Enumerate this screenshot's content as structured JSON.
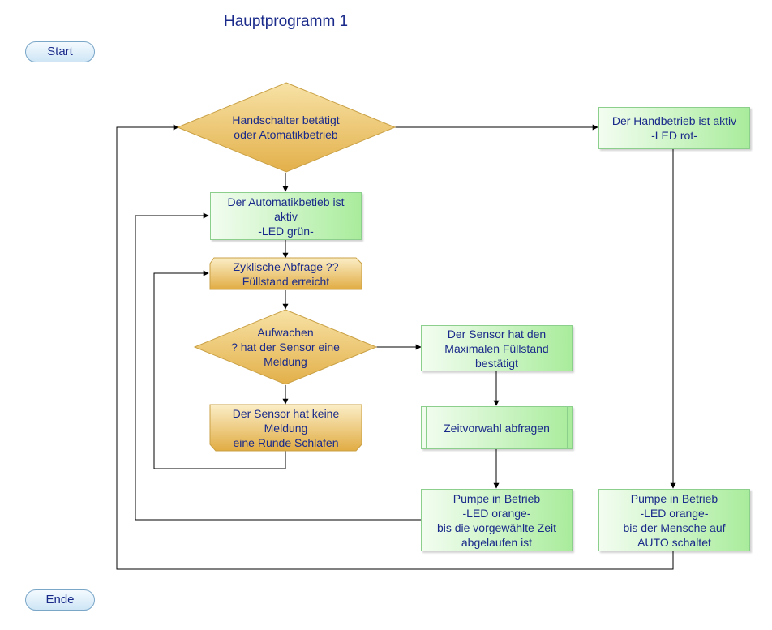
{
  "title": "Hauptprogramm 1",
  "start_label": "Start",
  "end_label": "Ende",
  "nodes": {
    "decision_hand": "Handschalter betätigt\noder Atomatikbetrieb",
    "hand_active": "Der Handbetrieb ist aktiv\n-LED rot-",
    "auto_active": "Der Automatikbetieb ist\naktiv\n-LED grün-",
    "cyclic_query": "Zyklische Abfrage ??\nFüllstand erreicht",
    "decision_wake": "Aufwachen\n? hat der Sensor eine\nMeldung",
    "sensor_max": "Der Sensor hat den\nMaximalen Füllstand\nbestätigt",
    "sensor_none": "Der Sensor hat keine\nMeldung\neine Runde Schlafen",
    "time_query": "Zeitvorwahl abfragen",
    "pump_auto": "Pumpe in Betrieb\n-LED orange-\nbis die vorgewählte Zeit\nabgelaufen ist",
    "pump_hand": "Pumpe in Betrieb\n-LED orange-\nbis der Mensche auf\nAUTO schaltet"
  },
  "colors": {
    "text": "#1a2a8a",
    "decision_fill": "#e8b94f",
    "process_fill": "#a9ec9c",
    "line": "#000000"
  }
}
